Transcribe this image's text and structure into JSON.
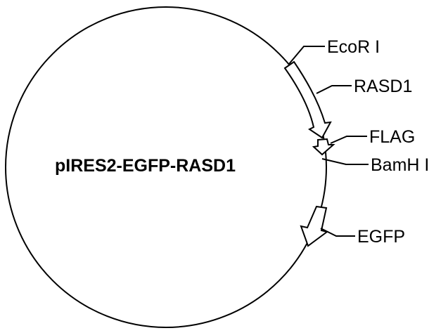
{
  "plasmid": {
    "name": "pIRES2-EGFP-RASD1"
  },
  "features": [
    {
      "id": "ecori",
      "label": "EcoR I",
      "kind": "site"
    },
    {
      "id": "rasd1",
      "label": "RASD1",
      "kind": "gene"
    },
    {
      "id": "flag",
      "label": "FLAG",
      "kind": "tag"
    },
    {
      "id": "bamhi",
      "label": "BamH I",
      "kind": "site"
    },
    {
      "id": "egfp",
      "label": "EGFP",
      "kind": "gene"
    }
  ],
  "colors": {
    "stroke": "#000000",
    "fill": "#ffffff",
    "background": "#ffffff"
  }
}
